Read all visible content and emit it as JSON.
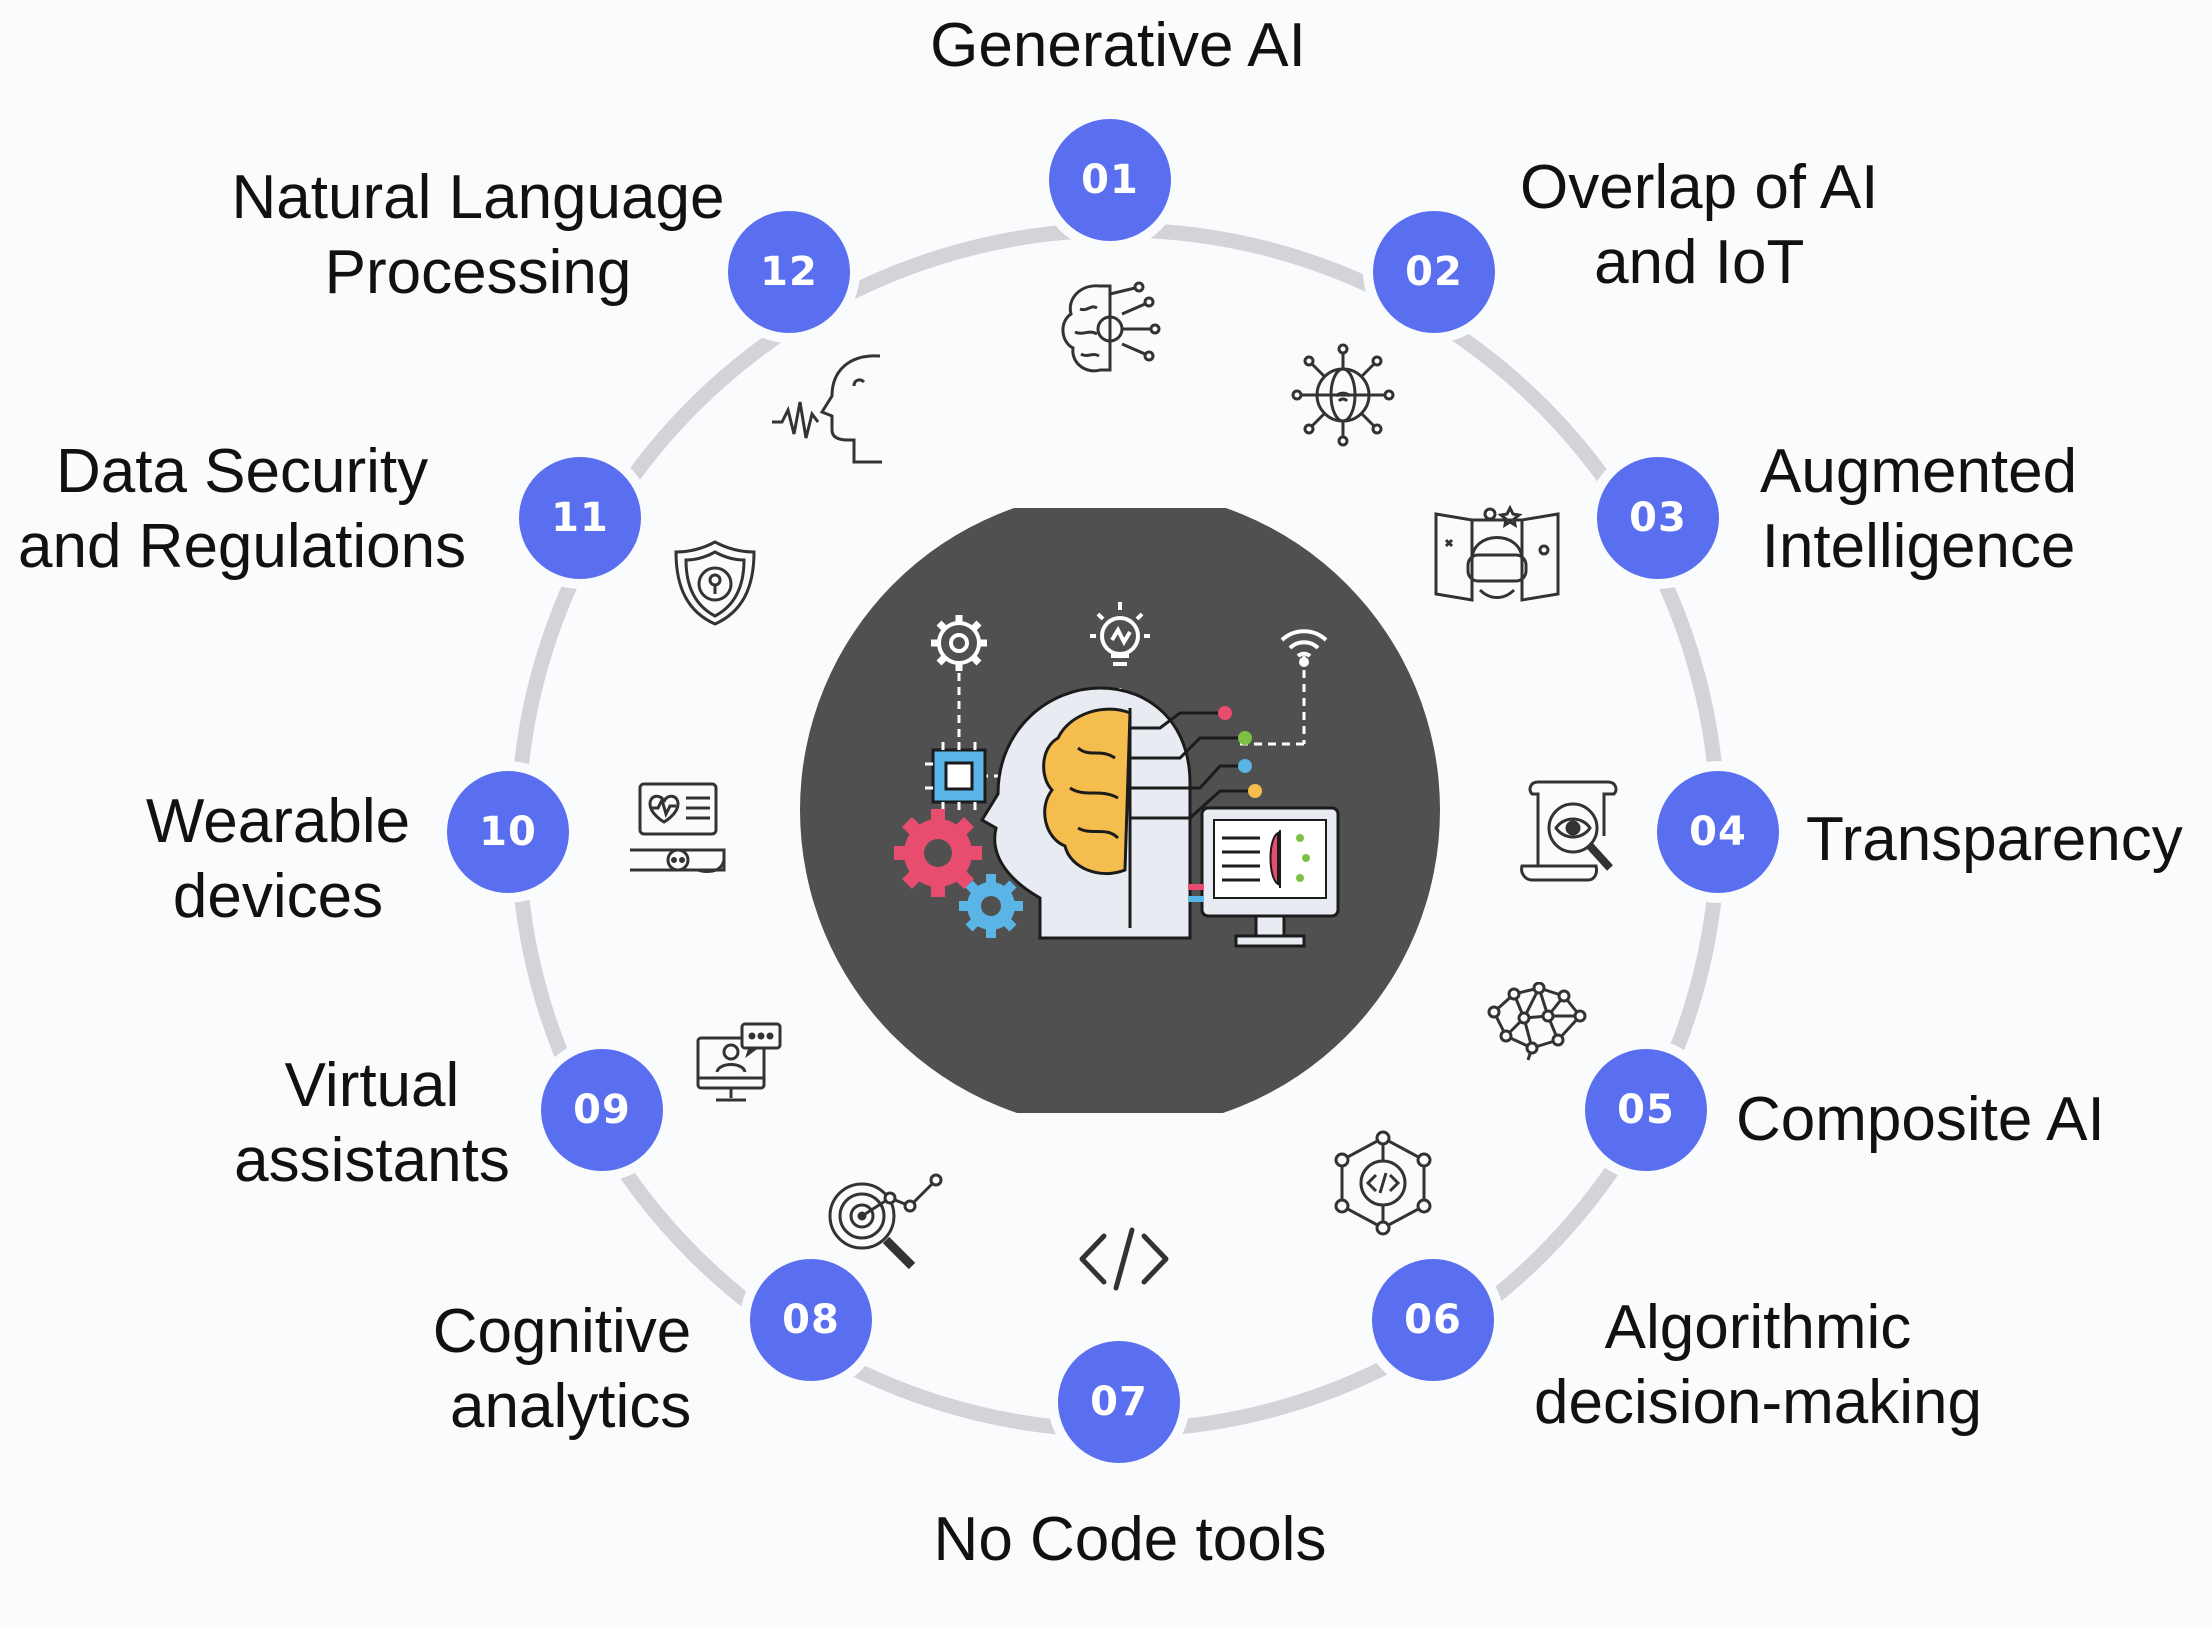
{
  "accent_color": "#5a6ff0",
  "ring_color": "#d3d4d8",
  "hub_color": "#505050",
  "items": [
    {
      "number": "01",
      "lines": [
        "Generative AI"
      ],
      "icon": "brain-circuit-icon"
    },
    {
      "number": "02",
      "lines": [
        "Overlap of AI",
        "and IoT"
      ],
      "icon": "network-globe-icon"
    },
    {
      "number": "03",
      "lines": [
        "Augmented",
        "Intelligence"
      ],
      "icon": "vr-headset-icon"
    },
    {
      "number": "04",
      "lines": [
        "Transparency"
      ],
      "icon": "document-eye-icon"
    },
    {
      "number": "05",
      "lines": [
        "Composite AI"
      ],
      "icon": "neural-network-icon"
    },
    {
      "number": "06",
      "lines": [
        "Algorithmic",
        "decision-making"
      ],
      "icon": "code-network-icon"
    },
    {
      "number": "07",
      "lines": [
        "No Code tools"
      ],
      "icon": "code-brackets-icon"
    },
    {
      "number": "08",
      "lines": [
        "Cognitive",
        "analytics"
      ],
      "icon": "target-analytics-icon"
    },
    {
      "number": "09",
      "lines": [
        "Virtual",
        "assistants"
      ],
      "icon": "virtual-assistant-icon"
    },
    {
      "number": "10",
      "lines": [
        "Wearable",
        "devices"
      ],
      "icon": "smartwatch-icon"
    },
    {
      "number": "11",
      "lines": [
        "Data Security",
        "and Regulations"
      ],
      "icon": "security-shield-icon"
    },
    {
      "number": "12",
      "lines": [
        "Natural Language",
        "Processing"
      ],
      "icon": "speaking-head-icon"
    }
  ],
  "center_illustration": "ai-head-illustration-icon"
}
